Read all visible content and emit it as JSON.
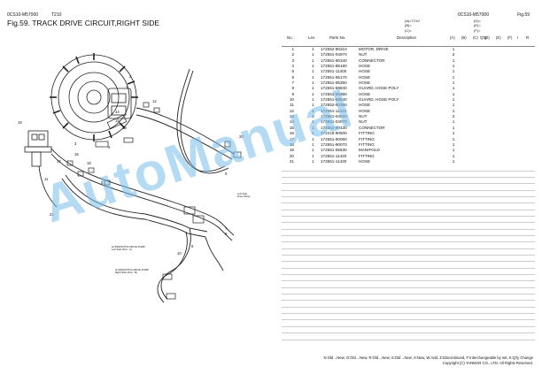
{
  "header": {
    "code_left": "0CS10-M57000",
    "model": "T210",
    "code_right": "0CS10-M57000",
    "fig_right": "Fig.59",
    "title": "Fig.59.  TRACK DRIVE CIRCUIT,RIGHT SIDE"
  },
  "modes": {
    "left": [
      "(A)=T210",
      "(B)=",
      "(C)="
    ],
    "right": [
      "(D)=",
      "(E)=",
      "(F)="
    ]
  },
  "table": {
    "headers": {
      "no": "No.",
      "lev": "Lev.",
      "parts_no": "Parts No.",
      "description": "Description",
      "qty": "Q'ty",
      "i": "I",
      "r": "R"
    },
    "qty_cols": [
      "(A)",
      "(B)",
      "(C)",
      "(D)",
      "(E)",
      "(F)"
    ],
    "rows": [
      {
        "no": "1",
        "lev": "1",
        "pn": "172552-90310",
        "desc": "MOTOR, DRIVE",
        "qty": "1"
      },
      {
        "no": "2",
        "lev": "1",
        "pn": "172551-04970",
        "desc": "NUT",
        "qty": "2"
      },
      {
        "no": "3",
        "lev": "1",
        "pn": "172551-90340",
        "desc": "CONNECTOR",
        "qty": "1"
      },
      {
        "no": "4",
        "lev": "1",
        "pn": "172551-85180",
        "desc": "HOSE",
        "qty": "1"
      },
      {
        "no": "5",
        "lev": "1",
        "pn": "172551-11400",
        "desc": "HOSE",
        "qty": "1"
      },
      {
        "no": "6",
        "lev": "1",
        "pn": "172551-95170",
        "desc": "HOSE",
        "qty": "1"
      },
      {
        "no": "7",
        "lev": "1",
        "pn": "172551-95350",
        "desc": "HOSE",
        "qty": "1"
      },
      {
        "no": "8",
        "lev": "1",
        "pn": "172551-88840",
        "desc": "GUARD, HOSE POLY",
        "qty": "1"
      },
      {
        "no": "9",
        "lev": "1",
        "pn": "172551-95380",
        "desc": "HOSE",
        "qty": "1"
      },
      {
        "no": "10",
        "lev": "1",
        "pn": "172551-88840",
        "desc": "GUARD, HOSE POLY",
        "qty": "1"
      },
      {
        "no": "11",
        "lev": "1",
        "pn": "172552-90390",
        "desc": "HOSE",
        "qty": "1"
      },
      {
        "no": "12",
        "lev": "1",
        "pn": "172551-11410",
        "desc": "HOSE",
        "qty": "1"
      },
      {
        "no": "13",
        "lev": "1",
        "pn": "172551-04020",
        "desc": "NUT",
        "qty": "2"
      },
      {
        "no": "14",
        "lev": "1",
        "pn": "172551-04070",
        "desc": "NUT",
        "qty": "1"
      },
      {
        "no": "15",
        "lev": "1",
        "pn": "172551-90430",
        "desc": "CONNECTOR",
        "qty": "1"
      },
      {
        "no": "16",
        "lev": "1",
        "pn": "172215-90500",
        "desc": "FITTING",
        "qty": "1"
      },
      {
        "no": "17",
        "lev": "1",
        "pn": "172551-90060",
        "desc": "FITTING",
        "qty": "1"
      },
      {
        "no": "18",
        "lev": "1",
        "pn": "172551-90070",
        "desc": "FITTING",
        "qty": "1"
      },
      {
        "no": "19",
        "lev": "1",
        "pn": "172551-95630",
        "desc": "MANIFOLD",
        "qty": "1"
      },
      {
        "no": "20",
        "lev": "1",
        "pn": "172551-11420",
        "desc": "FITTING",
        "qty": "1"
      },
      {
        "no": "21",
        "lev": "1",
        "pn": "172551-11430",
        "desc": "HOSE",
        "qty": "1"
      }
    ]
  },
  "diagram": {
    "callouts": [
      "1",
      "2",
      "3",
      "4",
      "5",
      "6",
      "7",
      "8",
      "9",
      "10",
      "11",
      "12",
      "13",
      "14",
      "15",
      "16",
      "17",
      "18",
      "19",
      "20",
      "21"
    ],
    "box_left_drive": [
      "Left Side",
      "Drive Motor"
    ],
    "box_pump_left": [
      "HYDROSTATIC DRIVE PUMP",
      "Left Side (Port : A)"
    ],
    "box_pump_right": [
      "HYDROSTATIC DRIVE PUMP",
      "Right Side (Port : B)"
    ]
  },
  "footer": {
    "legend": "N:Old→New, O:Old→New, R:Old→New, S:Old→New, X:New, W:Add, Z:Discontinued, F:Interchangeable by set, K:Q'ty Change",
    "copyright": "Copyright (C) YANMAR CO., LTD. All Rights Reserved."
  },
  "watermark": "AutoManual"
}
